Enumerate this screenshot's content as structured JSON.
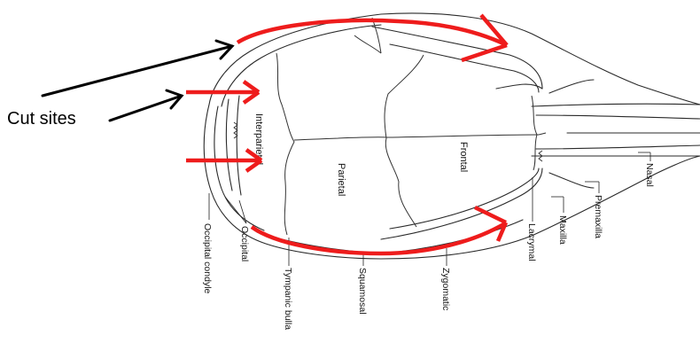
{
  "diagram": {
    "annotation": {
      "text": "Cut sites",
      "arrow_color": "#000000"
    },
    "cut_marker_color": "#ee1c1c",
    "inner_labels": {
      "interparietal": "Interparietal",
      "parietal": "Parietal",
      "frontal": "Frontal"
    },
    "callouts": [
      "Occipital condyle",
      "Occipital",
      "Tympanic bulla",
      "Squamosal",
      "Zygomatic",
      "Lacrymal",
      "Maxilla",
      "Premaxilla",
      "Nasal"
    ]
  }
}
